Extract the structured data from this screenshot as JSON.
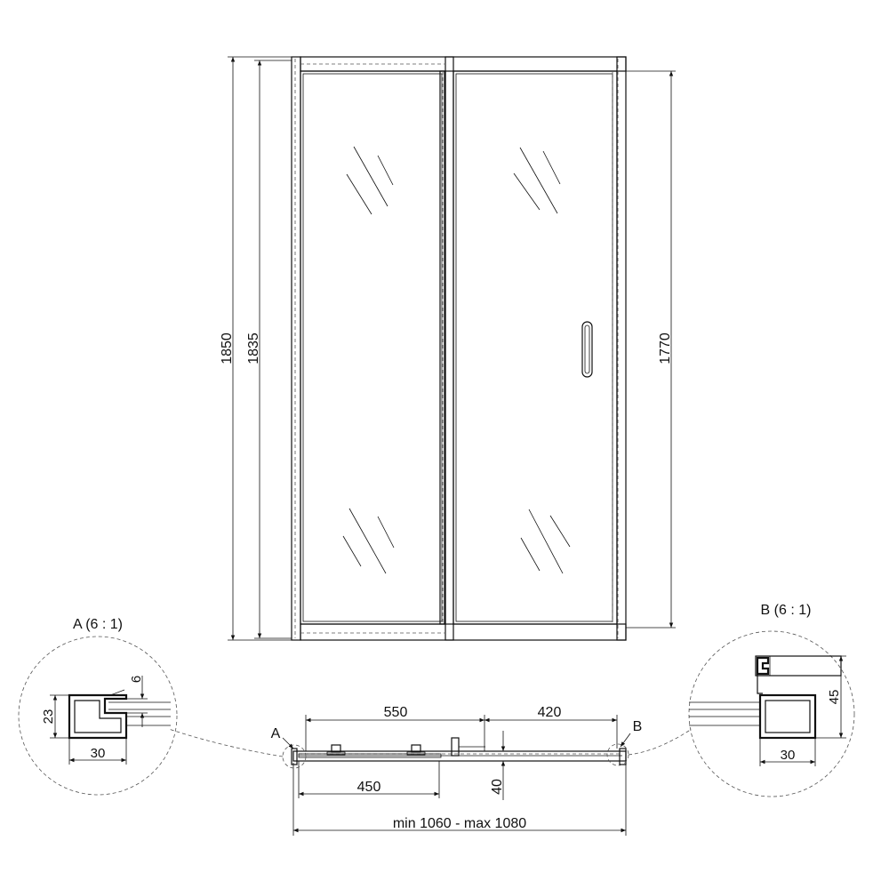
{
  "dimensions": {
    "total_height": "1850",
    "panel_height": "1835",
    "door_height": "1770",
    "top_width": "550",
    "right_width": "420",
    "fixed_glass_width": "450",
    "depth": "40",
    "install_width": "min 1060 - max 1080"
  },
  "detail_a": {
    "title": "A (6 : 1)",
    "marker": "A",
    "height": "23",
    "lip": "6",
    "width": "30"
  },
  "detail_b": {
    "title": "B (6 : 1)",
    "marker": "B",
    "height": "45",
    "width": "30"
  }
}
